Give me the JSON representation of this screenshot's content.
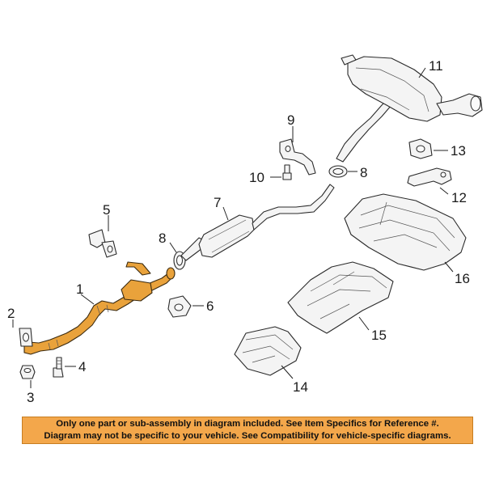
{
  "callouts": {
    "c1": "1",
    "c2": "2",
    "c3": "3",
    "c4": "4",
    "c5": "5",
    "c6": "6",
    "c7": "7",
    "c8a": "8",
    "c8b": "8",
    "c9": "9",
    "c10": "10",
    "c11": "11",
    "c12": "12",
    "c13": "13",
    "c14": "14",
    "c15": "15",
    "c16": "16"
  },
  "colors": {
    "highlight": "#e9a23b",
    "banner": "#f3a74b"
  },
  "banner": {
    "line1": "Only one part or sub-assembly in diagram included. See Item Specifics for Reference #.",
    "line2": "Diagram may not be specific to your vehicle. See Compatibility for vehicle-specific diagrams."
  }
}
